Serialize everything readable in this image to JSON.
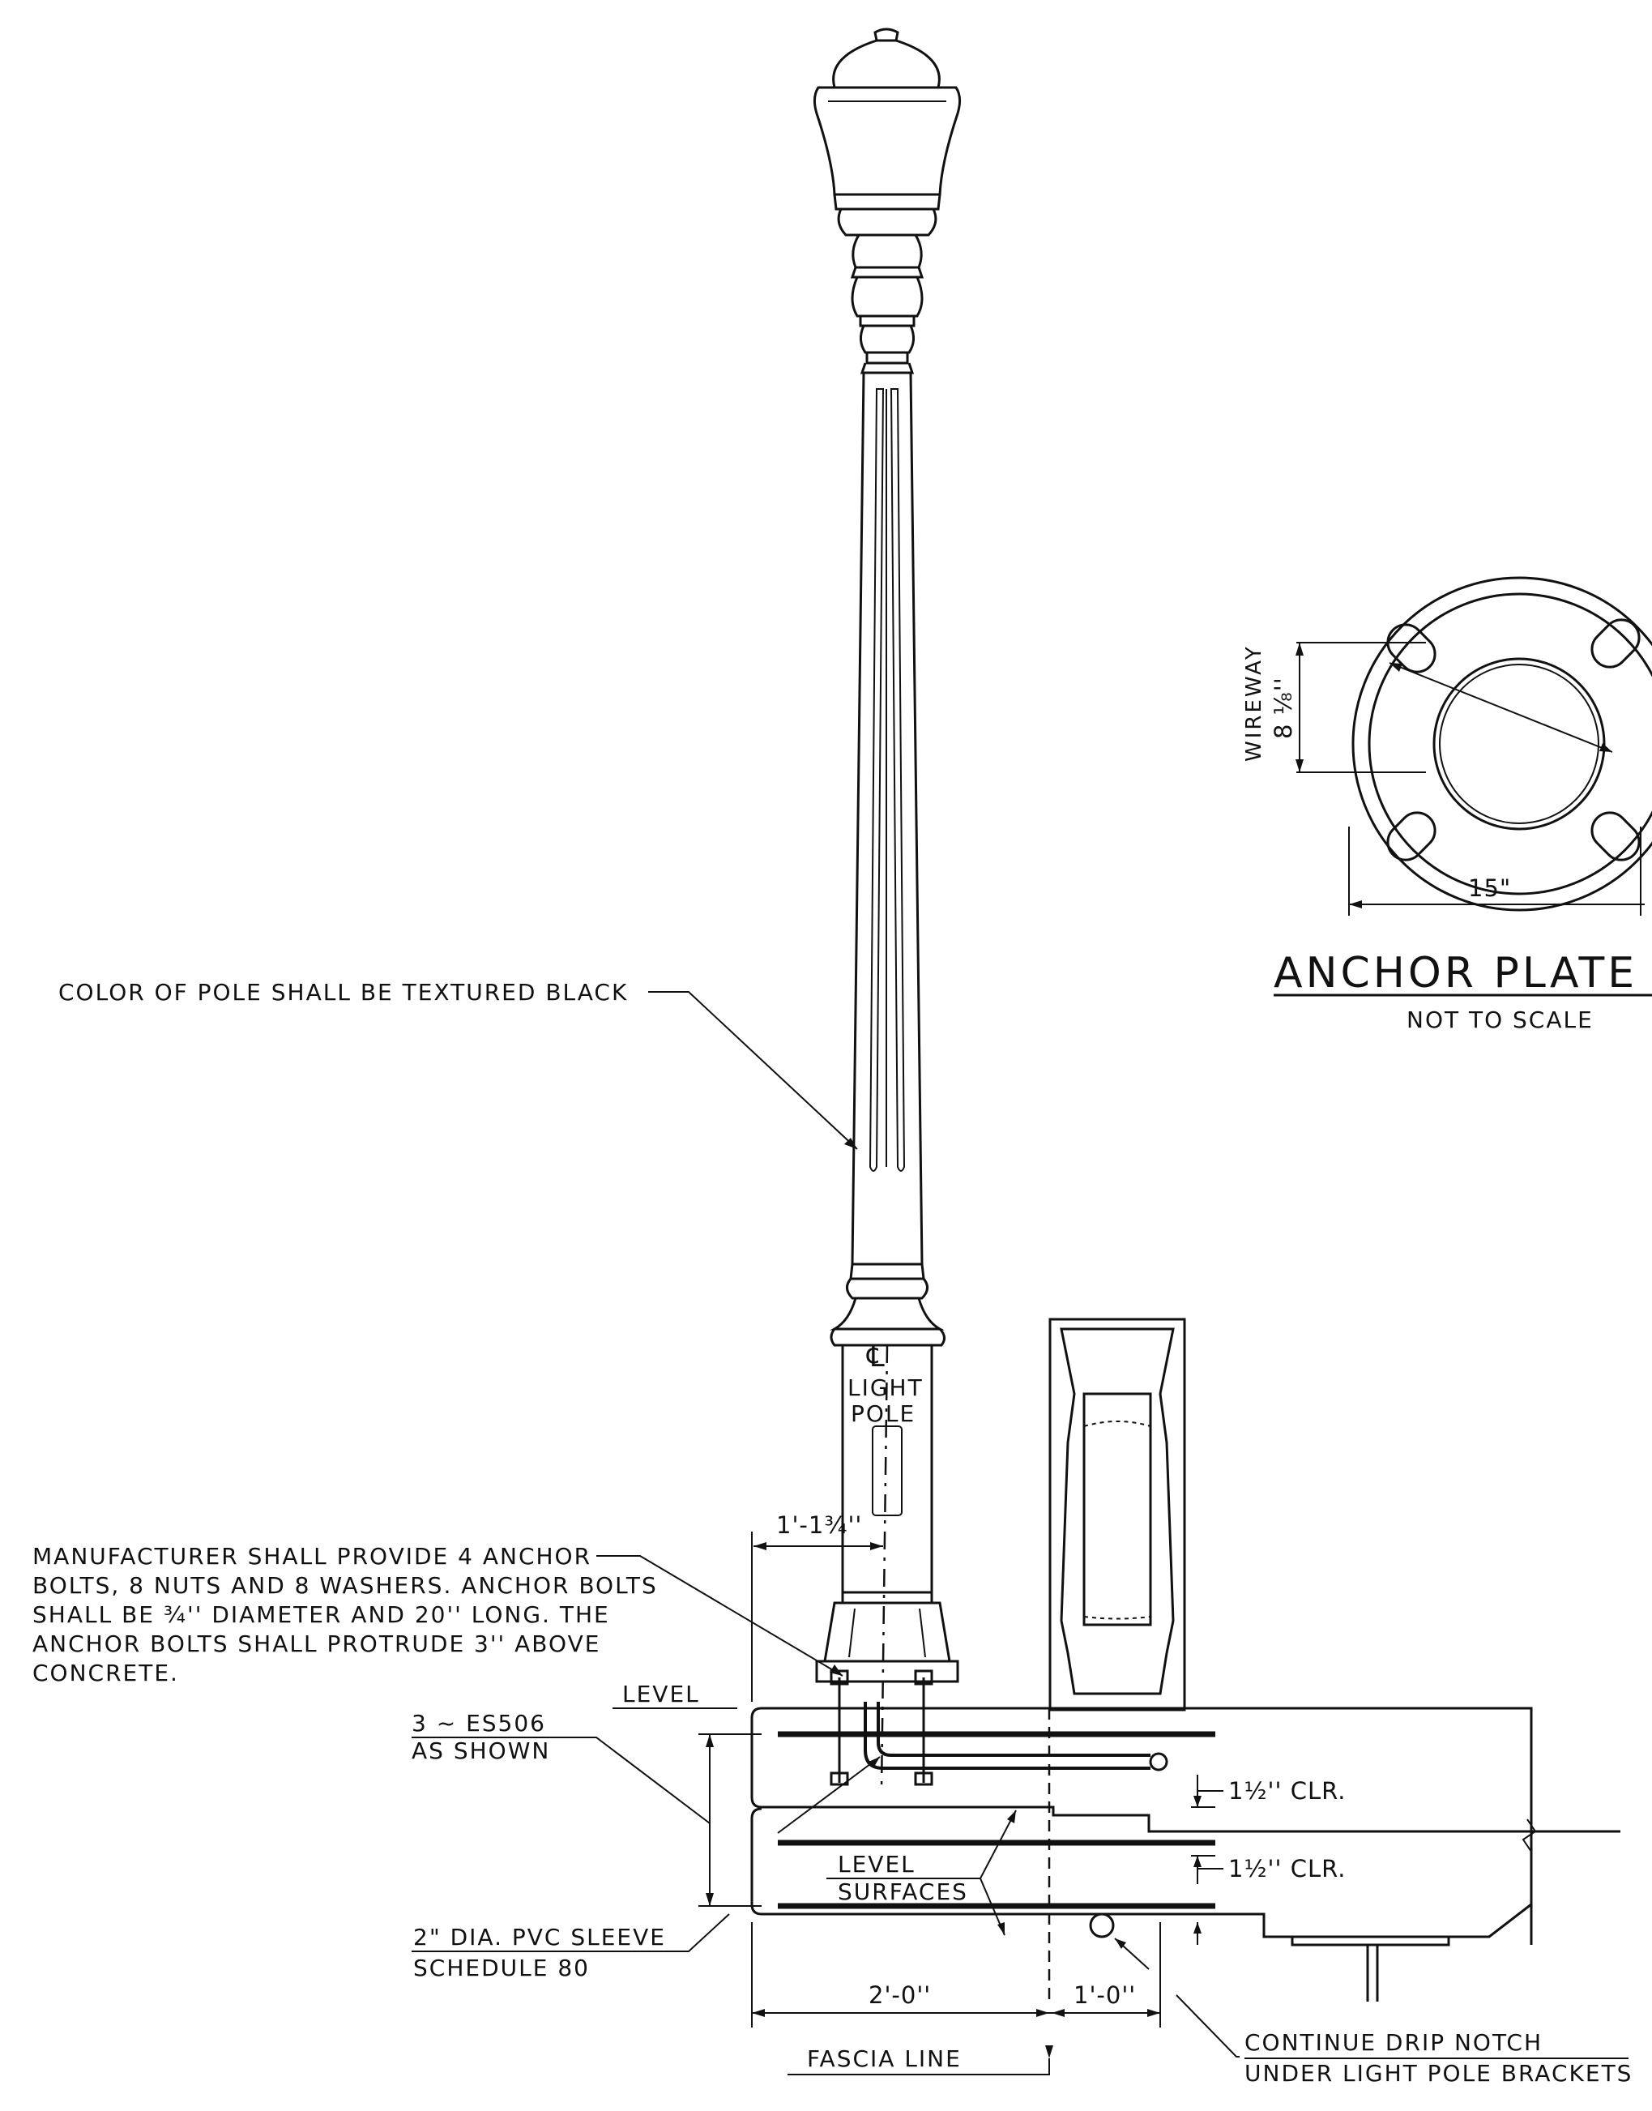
{
  "notes": {
    "pole_color": "COLOR OF POLE SHALL BE TEXTURED BLACK",
    "anchor_bolts": [
      "MANUFACTURER SHALL PROVIDE 4 ANCHOR",
      "BOLTS, 8 NUTS AND 8 WASHERS. ANCHOR BOLTS",
      "SHALL BE ¾'' DIAMETER AND 20'' LONG. THE",
      "ANCHOR BOLTS SHALL PROTRUDE 3'' ABOVE",
      "CONCRETE."
    ],
    "level_top": "LEVEL",
    "rebar_1": "3 ~ ES506",
    "rebar_2": "AS SHOWN",
    "level_surfaces_1": "LEVEL",
    "level_surfaces_2": "SURFACES",
    "pvc_1": "2\" DIA. PVC SLEEVE",
    "pvc_2": "SCHEDULE 80",
    "fascia": "FASCIA LINE",
    "drip_1": "CONTINUE DRIP NOTCH",
    "drip_2": "UNDER LIGHT POLE BRACKETS",
    "centerline_symbol": "℄",
    "centerline_1": "LIGHT",
    "centerline_2": "POLE"
  },
  "dimensions": {
    "pole_offset": "1'-1¾''",
    "clear_1": "1½'' CLR.",
    "clear_2": "1½'' CLR.",
    "width_deck": "2'-0''",
    "width_overhang": "1'-0''"
  },
  "anchor_plate": {
    "title": "ANCHOR PLATE DE",
    "subtitle": "NOT TO SCALE",
    "wireway_label": "WIREWAY",
    "wireway_dim": "8 ⅛''",
    "width_dim": "15\""
  }
}
